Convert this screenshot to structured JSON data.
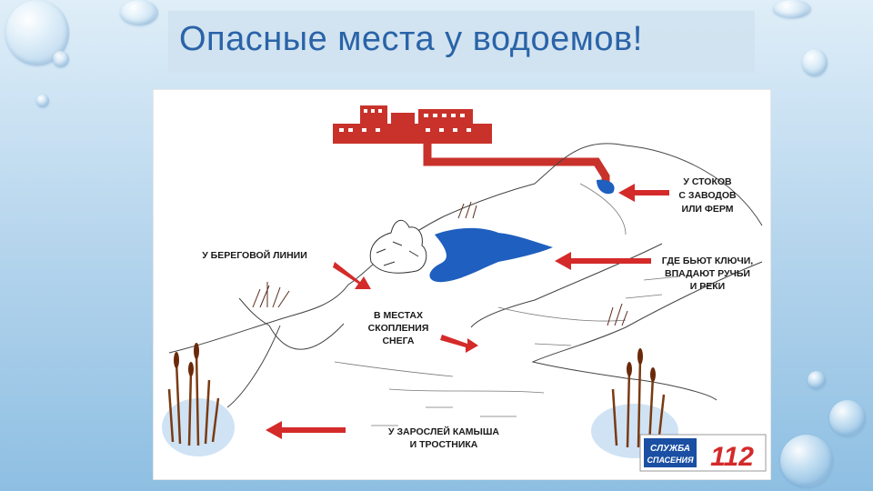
{
  "title": "Опасные места у водоемов!",
  "labels": {
    "drains": [
      "У СТОКОВ",
      "С ЗАВОДОВ",
      "ИЛИ ФЕРМ"
    ],
    "springs": [
      "ГДЕ БЬЮТ КЛЮЧИ,",
      "ВПАДАЮТ РУЧЬИ",
      "И РЕКИ"
    ],
    "shoreline": [
      "У БЕРЕГОВОЙ ЛИНИИ"
    ],
    "snow": [
      "В МЕСТАХ",
      "СКОПЛЕНИЯ",
      "СНЕГА"
    ],
    "reeds": [
      "У ЗАРОСЛЕЙ КАМЫША",
      "И ТРОСТНИКА"
    ]
  },
  "logo": {
    "line1": "СЛУЖБА",
    "line2": "СПАСЕНИЯ",
    "number": "112"
  },
  "colors": {
    "title": "#2a63a8",
    "arrow": "#d42a2a",
    "water": "#1f5fbf",
    "factory": "#c8322a",
    "logo_blue": "#1a4fa3"
  }
}
